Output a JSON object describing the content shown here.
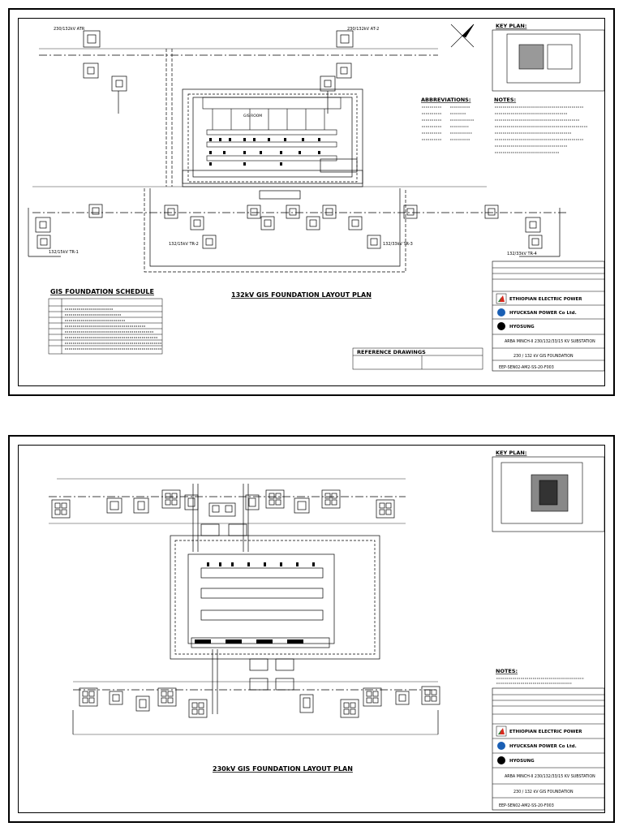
{
  "sheet1": {
    "main_title": "132kV GIS FOUNDATION LAYOUT PLAN",
    "schedule_title": "GIS FOUNDATION SCHEDULE",
    "atr_left": "230/132kV ATR",
    "atr_right": "230/132kV AT-2",
    "tr_1": "132/15kV TR-1",
    "tr_2": "132/15kV TR-2",
    "tr_3": "132/33kV TR-3",
    "tr_4": "132/33kV TR-4",
    "gis_room": "GIS ROOM",
    "key_plan": "KEY PLAN:",
    "abbreviations": "ABBREVIATIONS:",
    "notes": "NOTES:",
    "reference_drawings": "REFERENCE DRAWINGS",
    "owner": "ETHIOPIAN ELECTRIC POWER",
    "contractor": "HYUCKSAN POWER Co Ltd.",
    "hyosung": "HYOSUNG",
    "project": "ARBA MINCH-II 230/132/33/15 KV SUBSTATION",
    "drawing_title": "230 / 132 kV GIS FOUNDATION",
    "drawing_no": "EEP-SEN02-AM2-SS-20-F003"
  },
  "sheet2": {
    "main_title": "230kV GIS FOUNDATION LAYOUT PLAN",
    "key_plan": "KEY PLAN:",
    "notes": "NOTES:",
    "owner": "ETHIOPIAN ELECTRIC POWER",
    "contractor": "HYUCKSAN POWER Co Ltd.",
    "hyosung": "HYOSUNG",
    "project": "ARBA MINCH-II 230/132/33/15 KV SUBSTATION",
    "drawing_title": "230 / 132 kV GIS FOUNDATION",
    "drawing_no": "EEP-SEN02-AM2-SS-20-F003"
  },
  "colors": {
    "line": "#000000",
    "eep_red": "#d6291f",
    "eep_green": "#1f8a3a",
    "hyuck_blue": "#1a5fb4"
  }
}
